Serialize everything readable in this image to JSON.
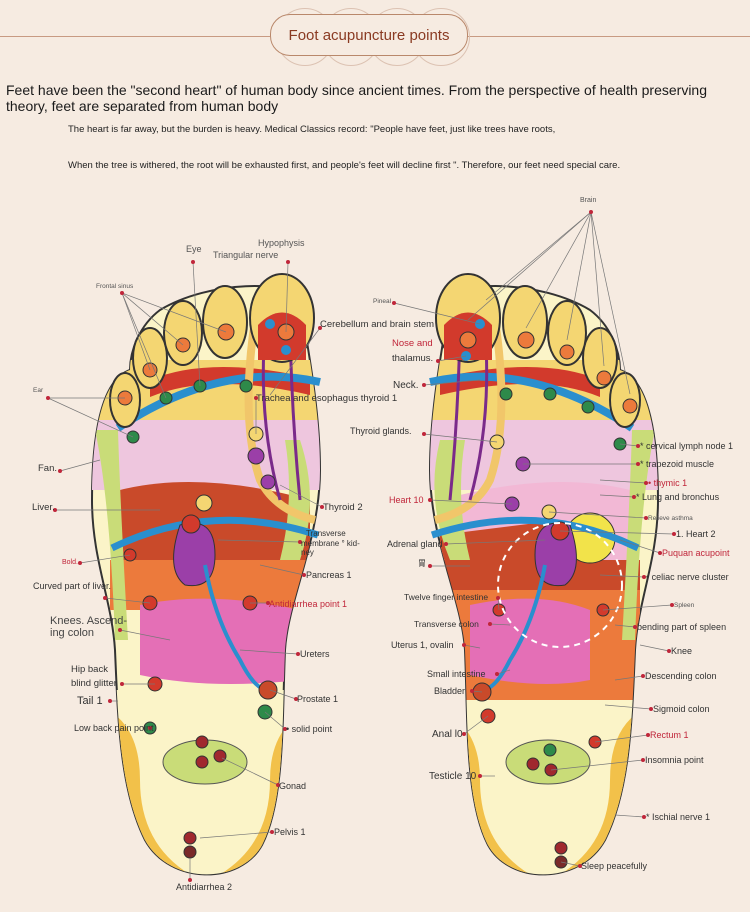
{
  "title": "Foot acupuncture points",
  "intro": "Feet have been the \"second heart\" of human body since ancient times. From the perspective of health preserving theory, feet are separated from human body",
  "sub1": "The heart is far away, but the burden is heavy. Medical Classics record: \"People have feet, just like trees have roots,",
  "sub2": "When the tree is withered, the root will be exhausted first, and people's feet will decline first \". Therefore, our feet need special care.",
  "colors": {
    "accent": "#8a3a22",
    "line": "#c89a82",
    "dot": "#c0263a",
    "blue": "#2a8fce",
    "yellow": "#f2d16b",
    "pink": "#eec6de",
    "red": "#d64a35",
    "orange": "#ec7a3c",
    "purple": "#8e3a9c",
    "green": "#c9dc78"
  },
  "labels": {
    "left": [
      {
        "text": "Eye"
      },
      {
        "text": "Hypophysis"
      },
      {
        "text": "Triangular nerve"
      },
      {
        "text": "Frontal sinus"
      },
      {
        "text": "Cerebellum and brain stem"
      },
      {
        "text": "Ear"
      },
      {
        "text": "Trachea and esophagus thyroid 1"
      },
      {
        "text": "Fan."
      },
      {
        "text": "Liver."
      },
      {
        "text": "Thyroid 2"
      },
      {
        "text": "Transverse"
      },
      {
        "text": "membrane ° kid-"
      },
      {
        "text": "ney"
      },
      {
        "text": "Bold."
      },
      {
        "text": "Pancreas 1"
      },
      {
        "text": "Curved part of liver."
      },
      {
        "text": "Antidiarrhea point 1"
      },
      {
        "text": "Knees. Ascend-"
      },
      {
        "text": "ing colon"
      },
      {
        "text": "Ureters"
      },
      {
        "text": "Hip back"
      },
      {
        "text": "blind glitter"
      },
      {
        "text": "Tail 1"
      },
      {
        "text": "Prostate 1"
      },
      {
        "text": "Low back pain point"
      },
      {
        "text": "• solid point"
      },
      {
        "text": "Gonad"
      },
      {
        "text": "Pelvis 1"
      },
      {
        "text": "Antidiarrhea 2"
      }
    ],
    "right": [
      {
        "text": "Brain"
      },
      {
        "text": "Pineal"
      },
      {
        "text": "Nose and"
      },
      {
        "text": "thalamus."
      },
      {
        "text": "Neck."
      },
      {
        "text": "Thyroid glands."
      },
      {
        "text": "* cervical lymph node 1"
      },
      {
        "text": "* trapezoid muscle"
      },
      {
        "text": "• thymic 1"
      },
      {
        "text": "Heart 10"
      },
      {
        "text": "* Lung and bronchus"
      },
      {
        "text": "Relieve asthma"
      },
      {
        "text": "1. Heart 2"
      },
      {
        "text": "Adrenal gland"
      },
      {
        "text": "胃"
      },
      {
        "text": "Puquan acupoint"
      },
      {
        "text": "• celiac nerve cluster"
      },
      {
        "text": "Twelve finger intestine"
      },
      {
        "text": "Spleen"
      },
      {
        "text": "Transverse colon"
      },
      {
        "text": "bending part of spleen"
      },
      {
        "text": "Uterus 1, ovalin"
      },
      {
        "text": "Knee"
      },
      {
        "text": "Small intestine"
      },
      {
        "text": "Descending colon"
      },
      {
        "text": "Bladder"
      },
      {
        "text": "Sigmoid colon"
      },
      {
        "text": "Anal l0"
      },
      {
        "text": "Rectum 1"
      },
      {
        "text": "Insomnia point"
      },
      {
        "text": "Testicle 10"
      },
      {
        "text": "* Ischial nerve 1"
      },
      {
        "text": "Sleep peacefully"
      }
    ]
  }
}
